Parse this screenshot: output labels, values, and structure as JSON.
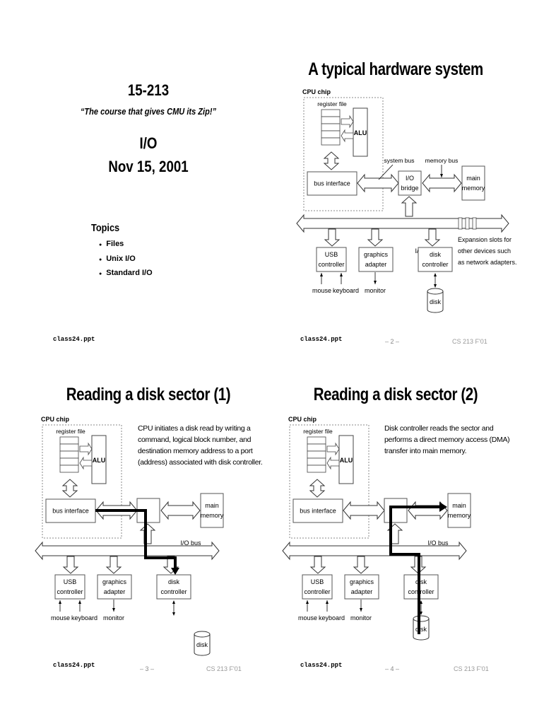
{
  "slide1": {
    "course": "15-213",
    "tagline": "“The course that gives CMU its Zip!”",
    "topic": "I/O",
    "date": "Nov 15, 2001",
    "topics_heading": "Topics",
    "topics": [
      "Files",
      "Unix I/O",
      "Standard I/O"
    ],
    "footer_file": "class24.ppt"
  },
  "slide2": {
    "title": "A typical hardware system",
    "footer_file": "class24.ppt",
    "footer_page": "– 2 –",
    "footer_course": "CS 213 F'01",
    "expansion_note": [
      "Expansion slots for",
      "other devices such",
      "as network adapters."
    ]
  },
  "slide3": {
    "title": "Reading a disk sector (1)",
    "description": [
      "CPU initiates a disk read by writing a",
      "command, logical block number, and",
      "destination memory address to a port",
      "(address) associated with disk controller."
    ],
    "footer_file": "class24.ppt",
    "footer_page": "– 3 –",
    "footer_course": "CS 213 F'01"
  },
  "slide4": {
    "title": "Reading a disk sector (2)",
    "description": [
      "Disk controller reads the sector and",
      "performs a direct memory access (DMA)",
      "transfer into main memory."
    ],
    "footer_file": "class24.ppt",
    "footer_page": "– 4 –",
    "footer_course": "CS 213 F'01"
  },
  "diagram_labels": {
    "cpu_chip": "CPU chip",
    "register_file": "register file",
    "alu": "ALU",
    "bus_interface": "bus interface",
    "system_bus": "system bus",
    "memory_bus": "memory bus",
    "io_bridge": [
      "I/O",
      "bridge"
    ],
    "main_memory": [
      "main",
      "memory"
    ],
    "io_bus": "I/O bus",
    "usb_controller": [
      "USB",
      "controller"
    ],
    "graphics_adapter": [
      "graphics",
      "adapter"
    ],
    "disk_controller": [
      "disk",
      "controller"
    ],
    "mouse": "mouse",
    "keyboard": "keyboard",
    "monitor": "monitor",
    "disk": "disk"
  }
}
